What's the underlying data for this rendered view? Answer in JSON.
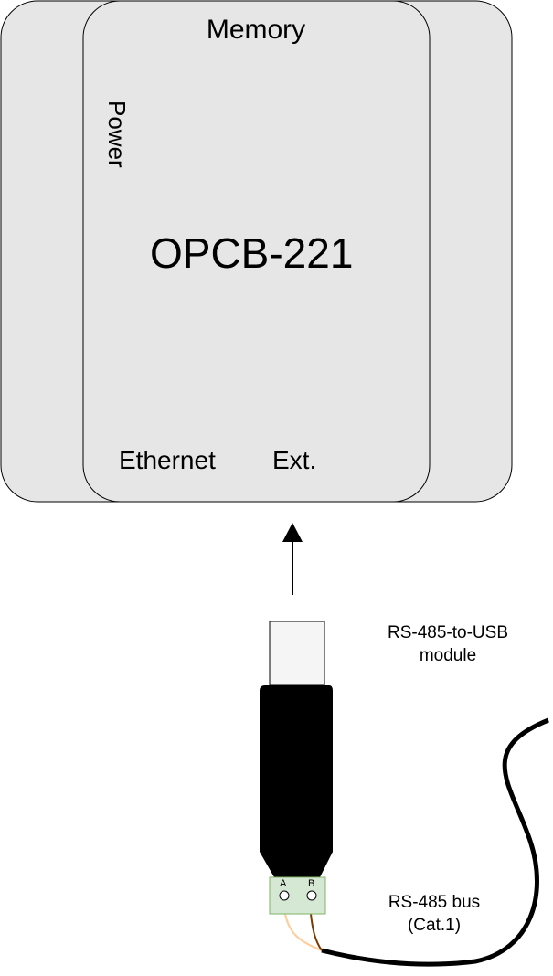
{
  "device": {
    "name": "OPCB-221",
    "ports": {
      "memory": "Memory",
      "power": "Power",
      "ethernet": "Ethernet",
      "ext": "Ext."
    }
  },
  "adapter": {
    "label_line1": "RS-485-to-USB",
    "label_line2": "module",
    "terminal_a": "A",
    "terminal_b": "B"
  },
  "bus": {
    "label_line1": "RS-485 bus",
    "label_line2": "(Cat.1)"
  },
  "colors": {
    "enclosure_fill": "#e6e6e6",
    "enclosure_stroke": "#000000",
    "usb_plug_fill": "#f5f5f5",
    "usb_body_fill": "#000000",
    "terminal_fill": "#d5e8d4",
    "terminal_stroke": "#82b366",
    "wire_a": "#ffcc99",
    "wire_b": "#7a3b00",
    "cable": "#000000"
  }
}
